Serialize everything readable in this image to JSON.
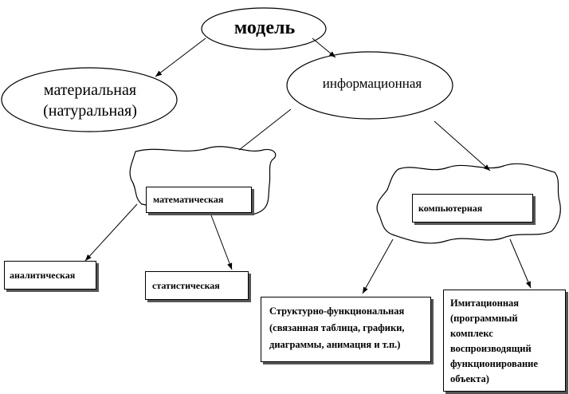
{
  "nodes": {
    "model": "модель",
    "material_line1": "материальная",
    "material_line2": "(натуральная)",
    "informational": "информационная",
    "mathematical": "математическая",
    "computer": "компьютерная",
    "analytical": "аналитическая",
    "statistical": "статистическая",
    "structural": "Структурно-функциональная (связанная таблица, графики, диаграммы, анимация и т.п.)",
    "imitation": "Имитационная (программный комплекс воспроизводящий функционирование объекта)"
  },
  "colors": {
    "line": "#000000",
    "shadow": "#555555",
    "background": "#ffffff"
  }
}
